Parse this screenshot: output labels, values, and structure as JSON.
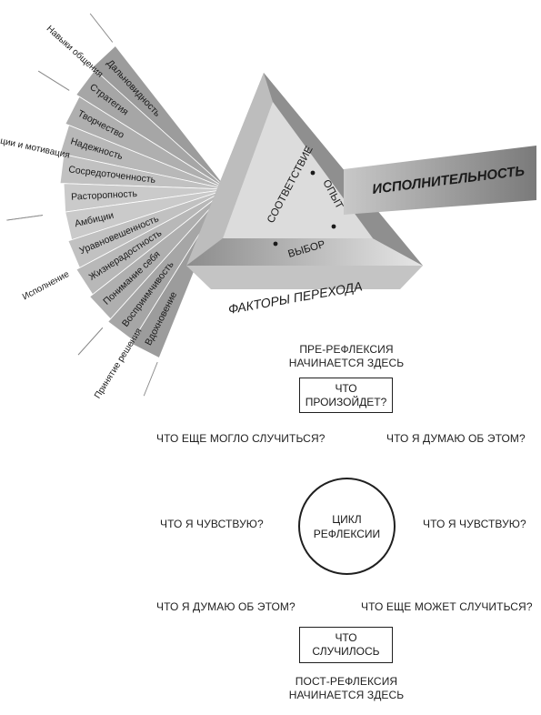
{
  "fan": {
    "skills": [
      "Дальновидность",
      "Стратегия",
      "Творчество",
      "Надежность",
      "Сосредоточенность",
      "Расторопность",
      "Амбиции",
      "Уравновешенность",
      "Жизнерадостность",
      "Понимание себя",
      "Восприимчивость",
      "Вдохновение"
    ],
    "groups": [
      "Навыки общения",
      "Эмоции и мотивация",
      "Исполнение",
      "Принятие решения"
    ]
  },
  "triangle": {
    "words": [
      "СООТВЕТСТВИЕ",
      "ОПЫТ",
      "ВЫБОР"
    ],
    "output_label": "ИСПОЛНИТЕЛЬНОСТЬ",
    "bottom_label": "ФАКТОРЫ ПЕРЕХОДА"
  },
  "cycle": {
    "pre_line1": "ПРЕ-РЕФЛЕКСИЯ",
    "pre_line2": "НАЧИНАЕТСЯ ЗДЕСЬ",
    "top_box_line1": "ЧТО",
    "top_box_line2": "ПРОИЗОЙДЕТ?",
    "left_top": "ЧТО ЕЩЕ МОГЛО СЛУЧИТЬСЯ?",
    "right_top": "ЧТО Я ДУМАЮ ОБ ЭТОМ?",
    "left_mid": "ЧТО Я ЧУВСТВУЮ?",
    "right_mid": "ЧТО Я ЧУВСТВУЮ?",
    "center_line1": "ЦИКЛ",
    "center_line2": "РЕФЛЕКСИИ",
    "left_bottom": "ЧТО Я ДУМАЮ ОБ ЭТОМ?",
    "right_bottom": "ЧТО ЕЩЕ МОЖЕТ СЛУЧИТЬСЯ?",
    "bottom_box_line1": "ЧТО",
    "bottom_box_line2": "СЛУЧИЛОСЬ",
    "post_line1": "ПОСТ-РЕФЛЕКСИЯ",
    "post_line2": "НАЧИНАЕТСЯ ЗДЕСЬ"
  },
  "colors": {
    "ink": "#1f1f1f",
    "triangle_frame": "#9a9a9a",
    "triangle_inner": "#dcdcdc"
  }
}
